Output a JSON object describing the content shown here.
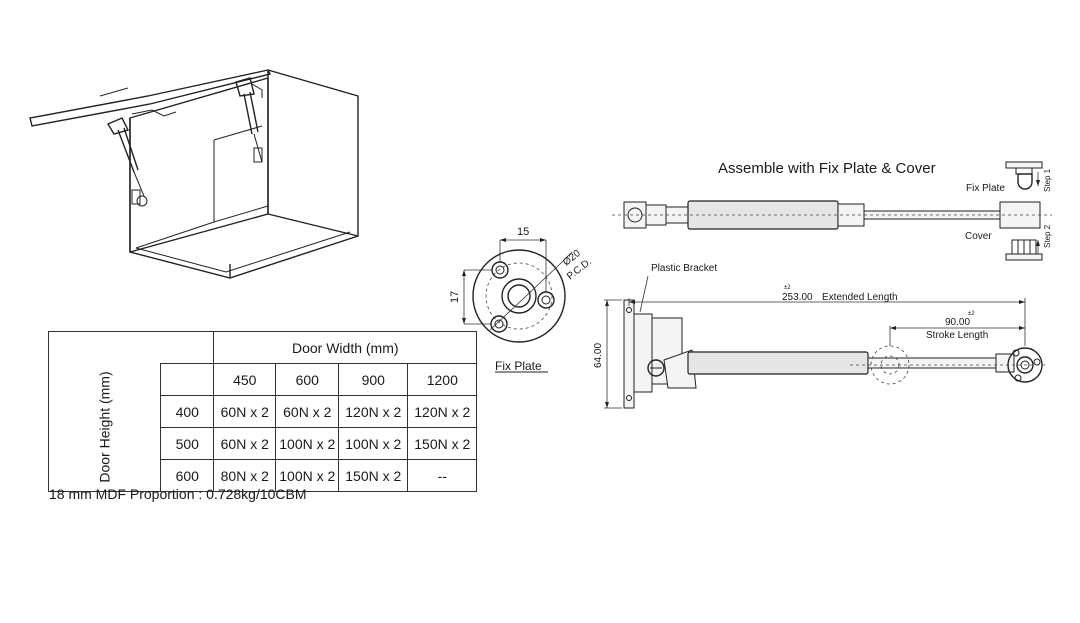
{
  "assemble_title": "Assemble with Fix Plate & Cover",
  "labels": {
    "fix_plate_small": "Fix Plate",
    "cover": "Cover",
    "step1": "Step 1",
    "step2": "Step 2",
    "plastic_bracket": "Plastic Bracket",
    "fix_plate_caption": "Fix Plate"
  },
  "dimensions": {
    "plate_width": "15",
    "plate_height": "17",
    "pcd_diameter": "Ø20",
    "pcd_label": "P.C.D.",
    "extended_value": "253.00",
    "extended_tol": "±2",
    "extended_label": "Extended Length",
    "stroke_value": "90.00",
    "stroke_tol": "±2",
    "stroke_label": "Stroke Length",
    "bracket_height": "64.00"
  },
  "force_table": {
    "col_header": "Door Width (mm)",
    "row_header": "Door Height (mm)",
    "widths": [
      "450",
      "600",
      "900",
      "1200"
    ],
    "rows": [
      {
        "height": "400",
        "values": [
          "60N x 2",
          "60N x 2",
          "120N x 2",
          "120N x 2"
        ]
      },
      {
        "height": "500",
        "values": [
          "60N x 2",
          "100N x 2",
          "100N x 2",
          "150N x 2"
        ]
      },
      {
        "height": "600",
        "values": [
          "80N x 2",
          "100N x 2",
          "150N x 2",
          "--"
        ]
      }
    ]
  },
  "note": "18 mm MDF Proportion : 0.728kg/10CBM"
}
